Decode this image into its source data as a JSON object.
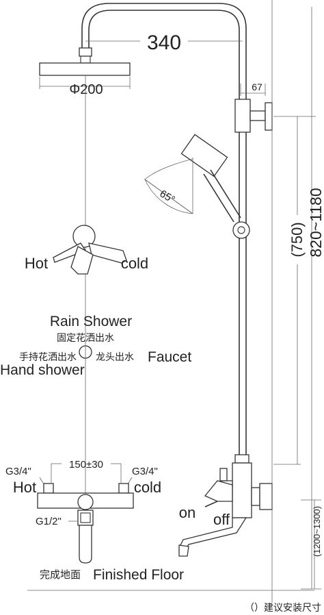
{
  "dimensions": {
    "arm_width": "340",
    "head_diameter": "Φ200",
    "bracket": "67",
    "height_range": "820~1180",
    "height_install": "(750)",
    "inlet_spacing": "150±30",
    "inlet_left": "G3/4\"",
    "inlet_right": "G3/4\"",
    "outlet": "G1/2\"",
    "floor_height": "(1200~1300)",
    "angle": "65°"
  },
  "labels": {
    "hot_top": "Hot",
    "cold_top": "cold",
    "rain_shower_en": "Rain Shower",
    "rain_shower_cn": "固定花洒出水",
    "hand_shower_cn": "手持花洒出水",
    "faucet_cn": "龙头出水",
    "faucet_en": "Faucet",
    "hand_shower_en": "Hand shower",
    "hot_bottom": "Hot",
    "cold_bottom": "cold",
    "on": "on",
    "off": "off",
    "floor_cn": "完成地面",
    "floor_en": "Finished Floor",
    "note": "（）建议安装尺寸"
  }
}
